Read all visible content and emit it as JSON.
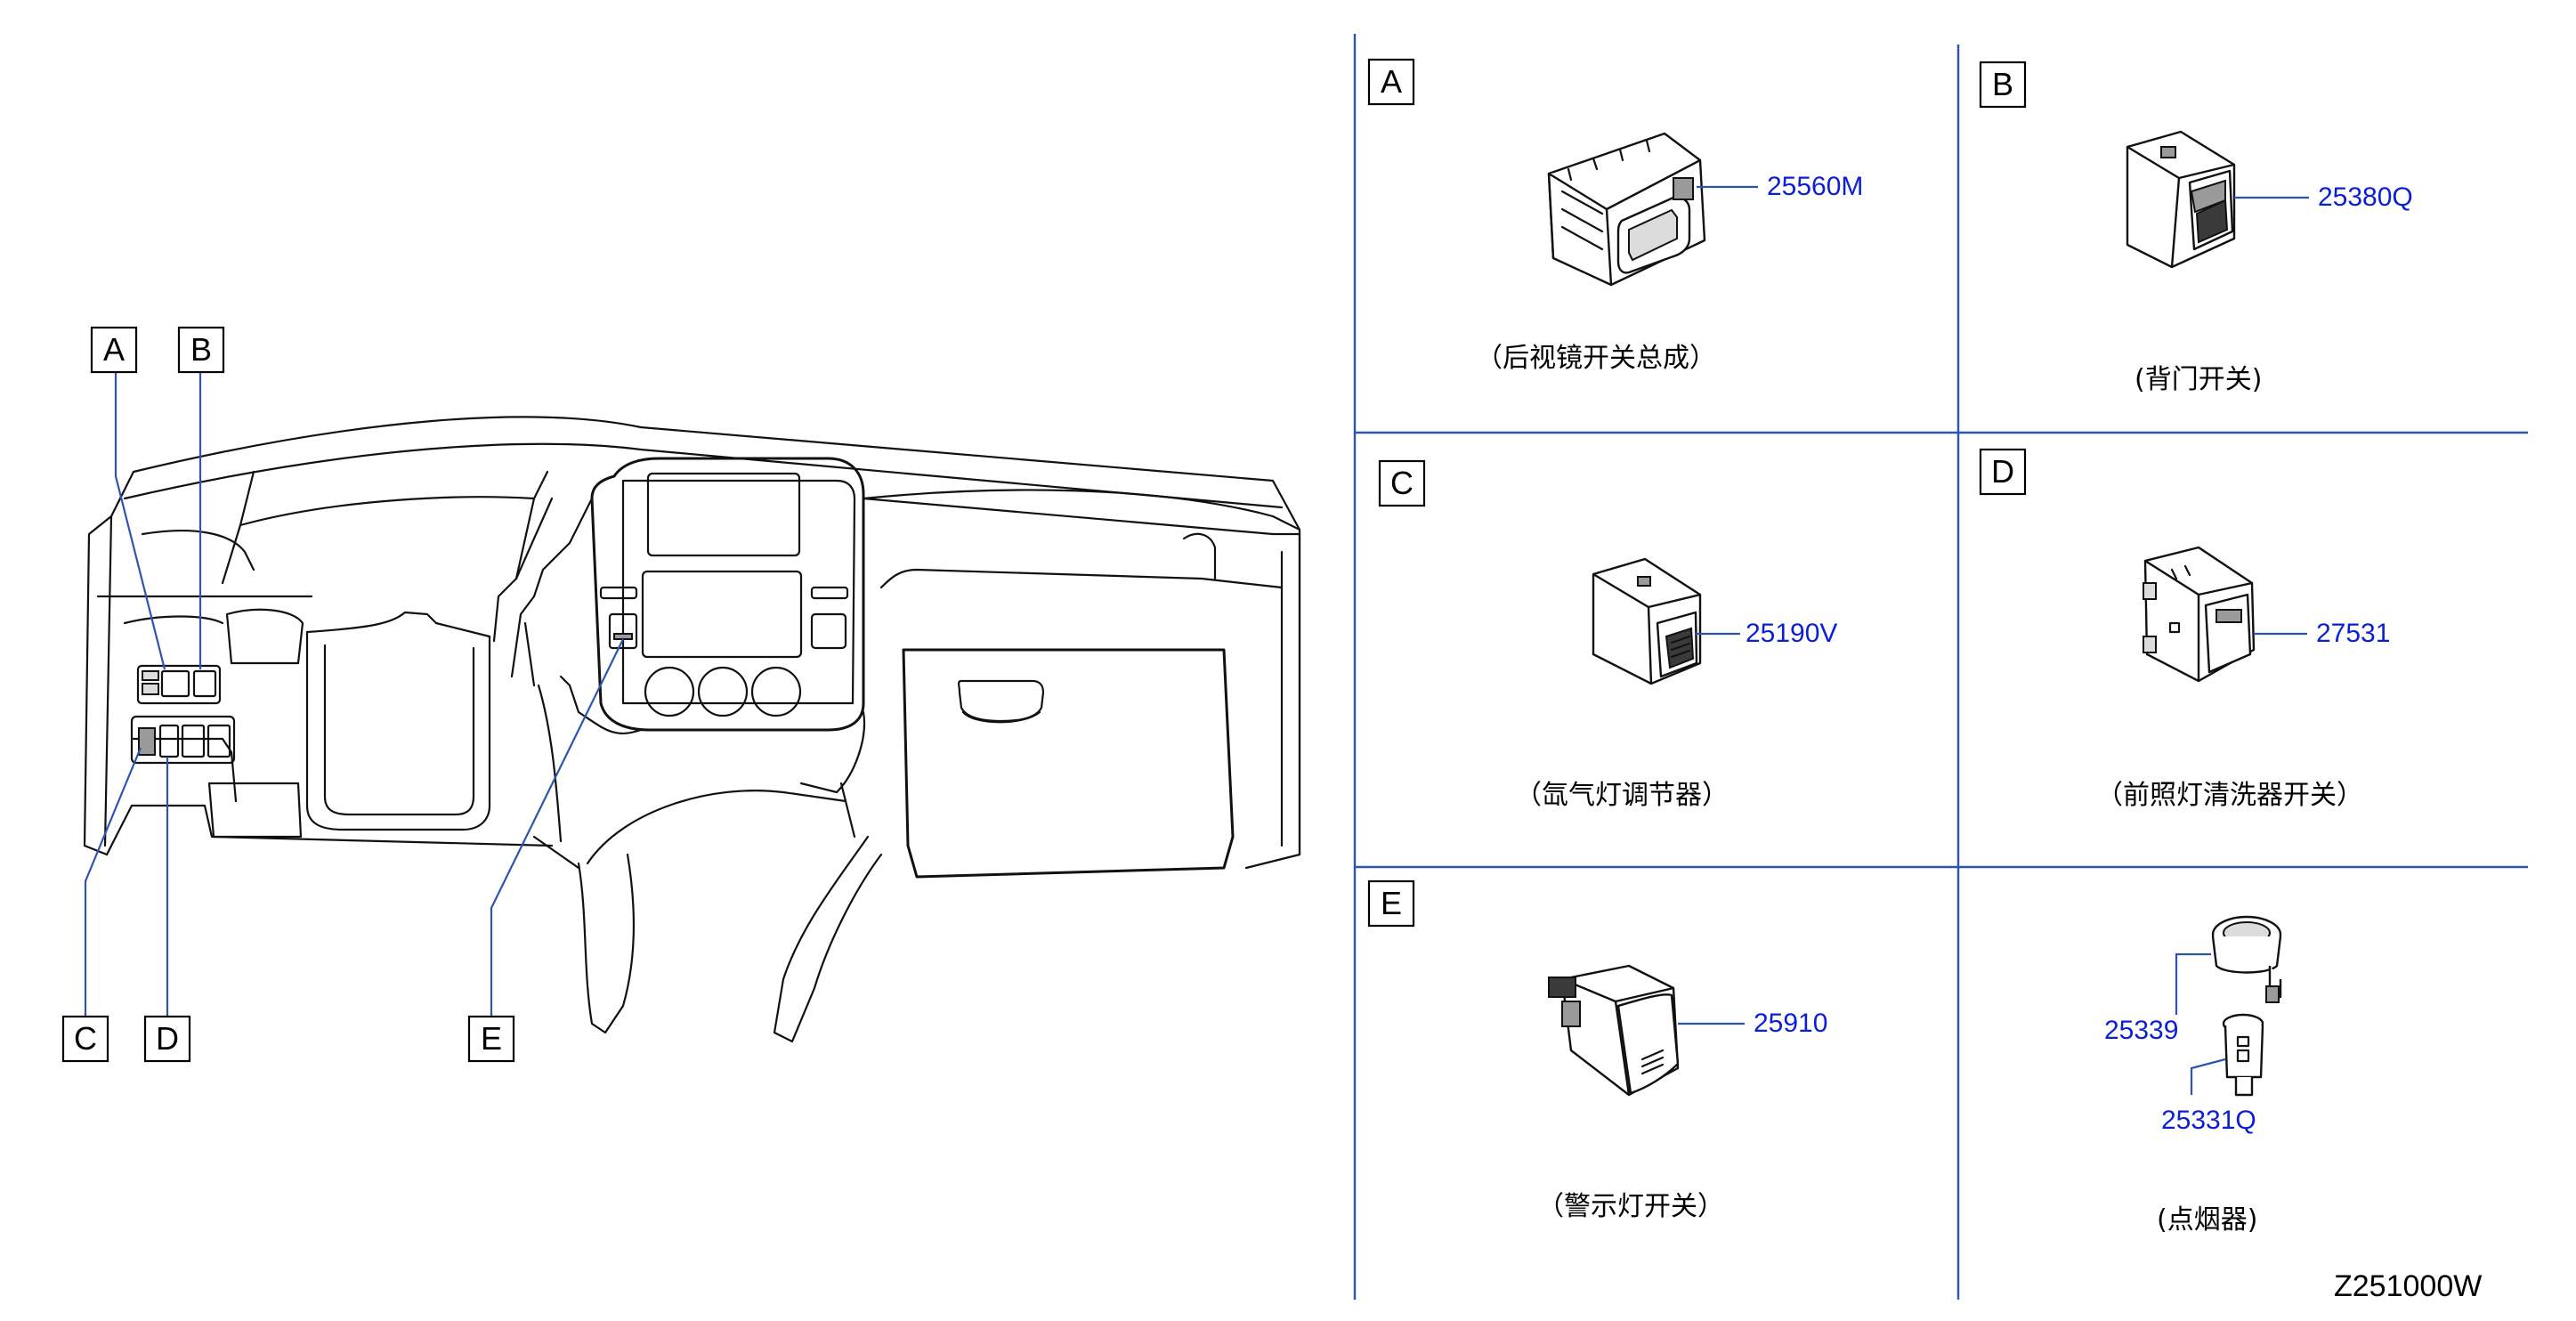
{
  "diagram_code": "Z251000W",
  "callouts": [
    {
      "letter": "A"
    },
    {
      "letter": "B"
    },
    {
      "letter": "C"
    },
    {
      "letter": "D"
    },
    {
      "letter": "E"
    }
  ],
  "panels": [
    {
      "letter": "A",
      "part_number": "25560M",
      "caption": "（后视镜开关总成）"
    },
    {
      "letter": "B",
      "part_number": "25380Q",
      "caption": "(背门开关)"
    },
    {
      "letter": "C",
      "part_number": "25190V",
      "caption": "（氙气灯调节器）"
    },
    {
      "letter": "D",
      "part_number": "27531",
      "caption": "（前照灯清洗器开关）"
    },
    {
      "letter": "E",
      "part_number": "25910",
      "caption": "（警示灯开关）"
    },
    {
      "part_numbers": [
        "25339",
        "25331Q"
      ],
      "caption": "(点烟器)"
    }
  ],
  "colors": {
    "leader_lines": "#2f54b0",
    "part_numbers": "#0b1fd6",
    "outline": "#111111"
  }
}
